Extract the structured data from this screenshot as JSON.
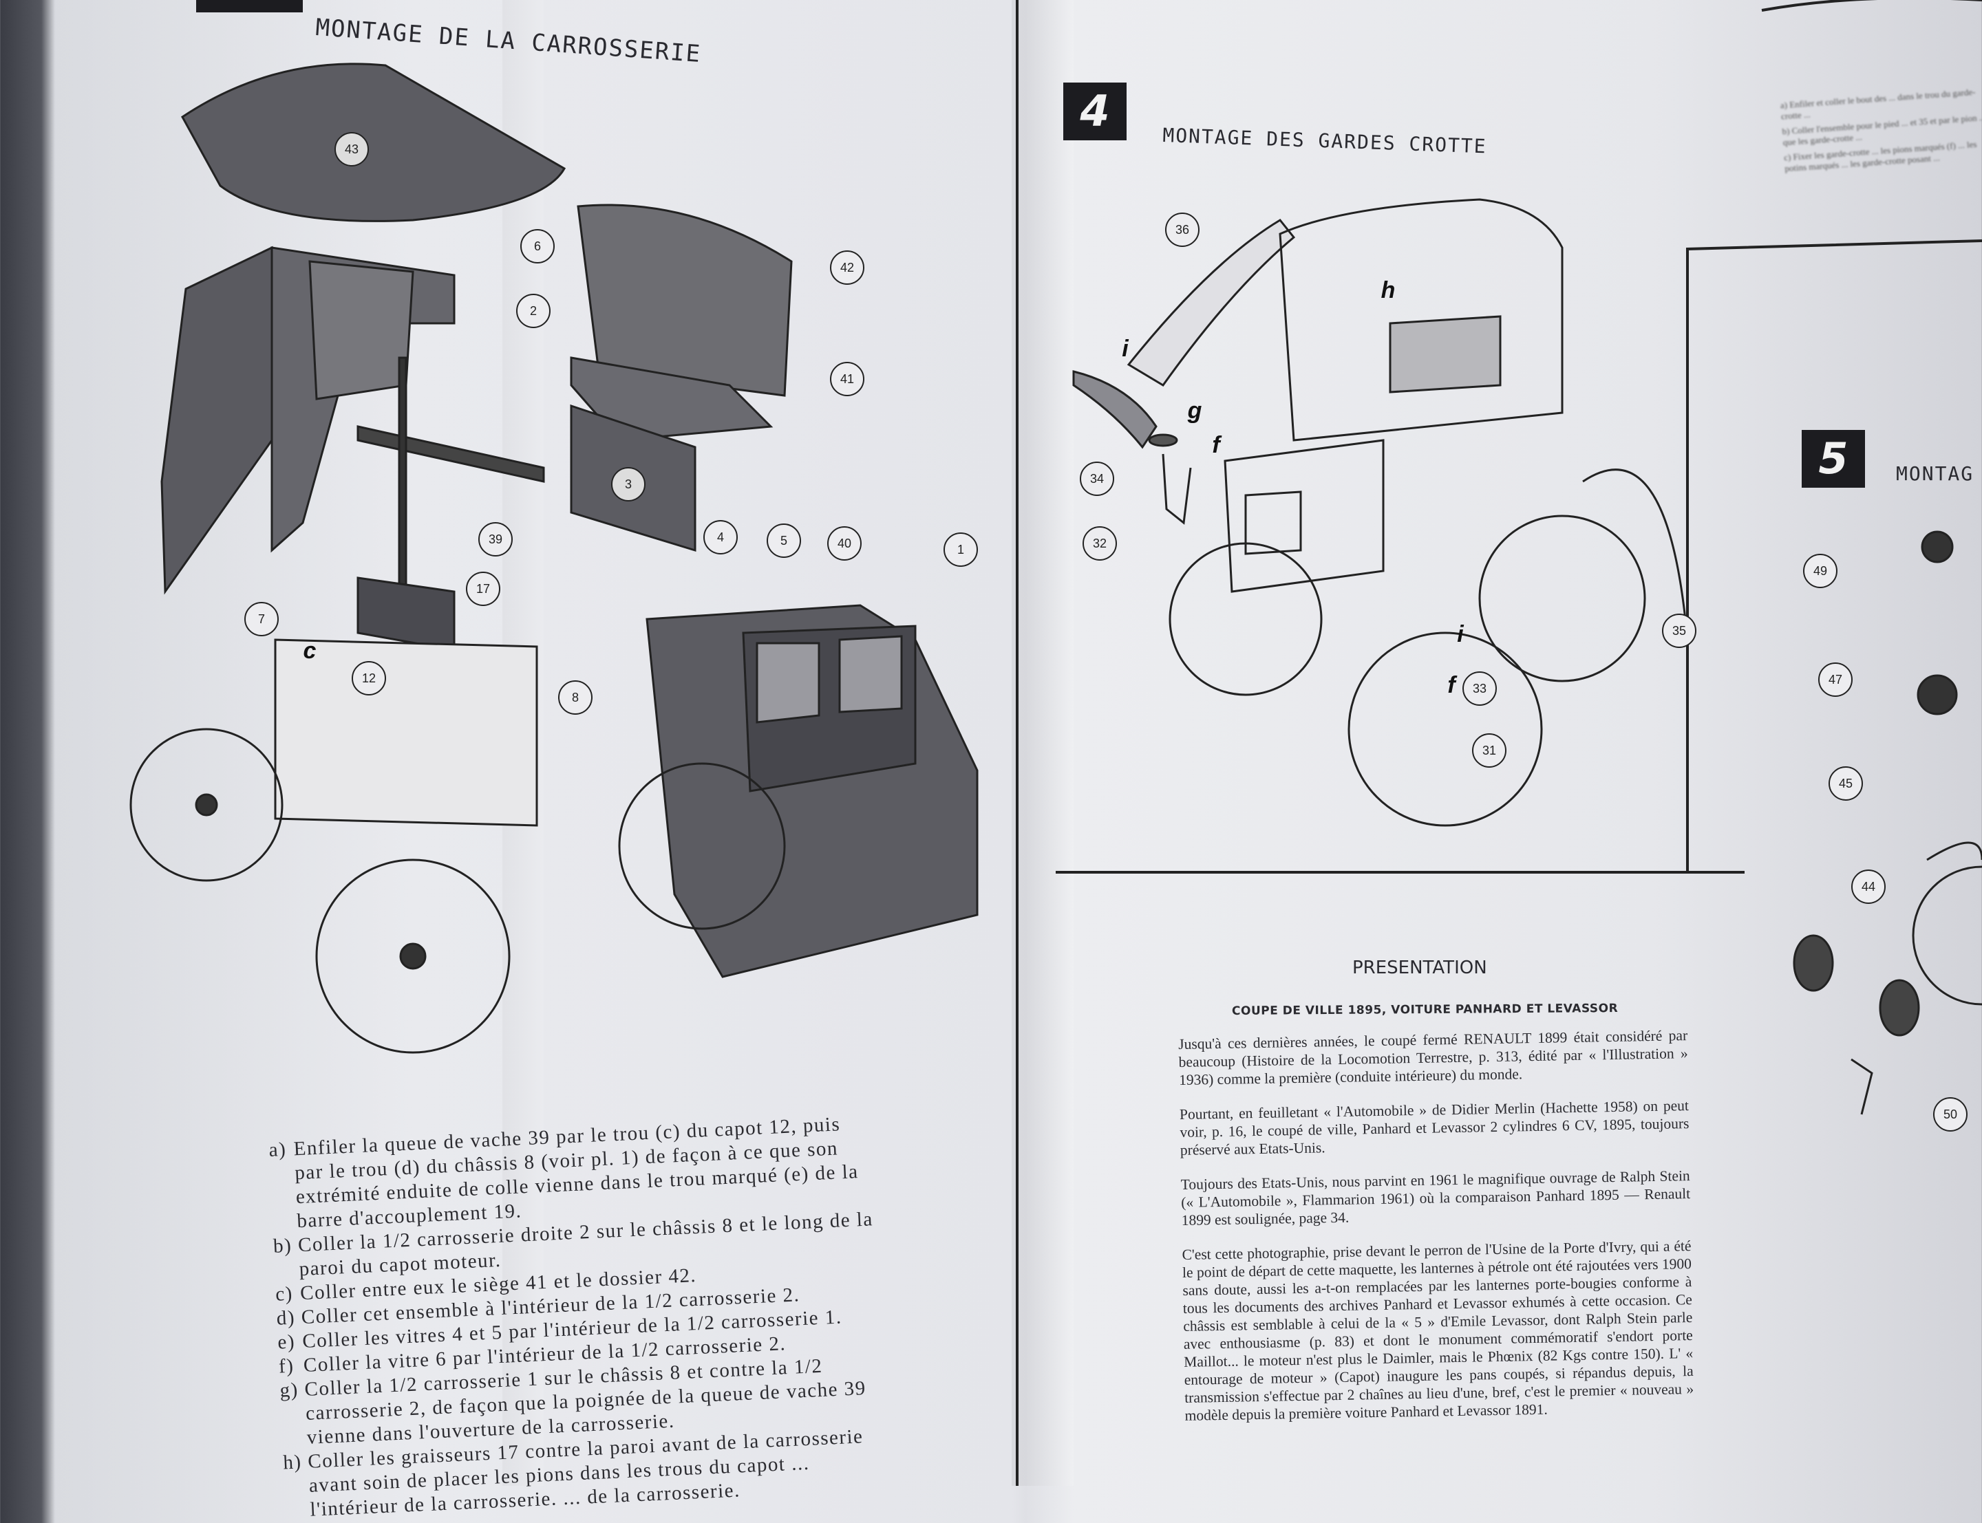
{
  "sheet": {
    "step3": {
      "title": "MONTAGE DE LA CARROSSERIE",
      "parts": [
        "43",
        "6",
        "2",
        "42",
        "41",
        "3",
        "39",
        "17",
        "4",
        "5",
        "40",
        "1",
        "7",
        "12",
        "8"
      ],
      "letters": [
        "c"
      ],
      "instructions": [
        {
          "letter": "a)",
          "text": "Enfiler la queue de vache 39 par le trou (c) du capot 12, puis par le trou (d) du châssis 8 (voir pl. 1) de façon à ce que son extrémité enduite de colle vienne dans le trou marqué (e) de la barre d'accouplement 19."
        },
        {
          "letter": "b)",
          "text": "Coller la 1/2 carrosserie droite 2 sur le châssis 8 et le long de la paroi du capot moteur."
        },
        {
          "letter": "c)",
          "text": "Coller entre eux le siège 41 et le dossier 42."
        },
        {
          "letter": "d)",
          "text": "Coller cet ensemble à l'intérieur de la 1/2 carrosserie 2."
        },
        {
          "letter": "e)",
          "text": "Coller les vitres 4 et 5 par l'intérieur de la 1/2 carrosserie 1."
        },
        {
          "letter": "f)",
          "text": "Coller la vitre 6 par l'intérieur de la 1/2 carrosserie 2."
        },
        {
          "letter": "g)",
          "text": "Coller la 1/2 carrosserie 1 sur le châssis 8 et contre la 1/2 carrosserie 2, de façon que la poignée de la queue de vache 39 vienne dans l'ouverture de la carrosserie."
        },
        {
          "letter": "h)",
          "text": "Coller les graisseurs 17 contre la paroi avant de la carrosserie avant soin de placer les pions dans les trous du capot ... l'intérieur de la carrosserie. ... de la carrosserie."
        }
      ]
    },
    "step4": {
      "number": "4",
      "title": "MONTAGE DES GARDES CROTTE",
      "parts": [
        "36",
        "34",
        "32",
        "35",
        "33",
        "31"
      ],
      "letters": [
        "h",
        "i",
        "g",
        "f",
        "i",
        "f"
      ]
    },
    "step5": {
      "number": "5",
      "title": "MONTAG",
      "parts": [
        "49",
        "47",
        "45",
        "44",
        "50"
      ],
      "side_note": [
        "a) Enfiler et coller le bout des ... dans le trou du garde-crotte ...",
        "b) Coller l'ensemble pour le pied ... et 35 et par le pion ... que les garde-crotte ...",
        "c) Fixer les garde-crotte ... les pions marqués (f) ... les potins marqués ... les garde-crotte posant ..."
      ]
    },
    "presentation": {
      "heading": "PRESENTATION",
      "subtitle": "COUPE DE VILLE 1895, VOITURE PANHARD ET LEVASSOR",
      "paragraphs": [
        "Jusqu'à ces dernières années, le coupé fermé RENAULT 1899 était considéré par beaucoup (Histoire de la Locomotion Terrestre, p. 313, édité par « l'Illustration » 1936) comme la première (conduite intérieure) du monde.",
        "Pourtant, en feuilletant « l'Automobile » de Didier Merlin (Hachette 1958) on peut voir, p. 16, le coupé de ville, Panhard et Levassor 2 cylindres 6 CV, 1895, toujours préservé aux Etats-Unis.",
        "Toujours des Etats-Unis, nous parvint en 1961 le magnifique ouvrage de Ralph Stein (« L'Automobile », Flammarion 1961) où la comparaison Panhard 1895 — Renault 1899 est soulignée, page 34.",
        "C'est cette photographie, prise devant le perron de l'Usine de la Porte d'Ivry, qui a été le point de départ de cette maquette, les lanternes à pétrole ont été rajoutées vers 1900 sans doute, aussi les a-t-on remplacées par les lanternes porte-bougies conforme à tous les documents des archives Panhard et Levassor exhumés à cette occasion. Ce châssis est semblable à celui de la « 5 » d'Emile Levassor, dont Ralph Stein parle avec enthousiasme (p. 83) et dont le monument commémoratif s'endort porte Maillot... le moteur n'est plus le Daimler, mais le Phœnix (82 Kgs contre 150). L' « entourage de moteur » (Capot) inaugure les pans coupés, si répandus depuis, la transmission s'effectue par 2 chaînes au lieu d'une, bref, c'est le premier « nouveau » modèle depuis la première voiture Panhard et Levassor 1891."
      ]
    },
    "colors": {
      "paper": "#e8e9ed",
      "ink": "#2a2a30",
      "panel_fill": "#5a5a60"
    }
  }
}
